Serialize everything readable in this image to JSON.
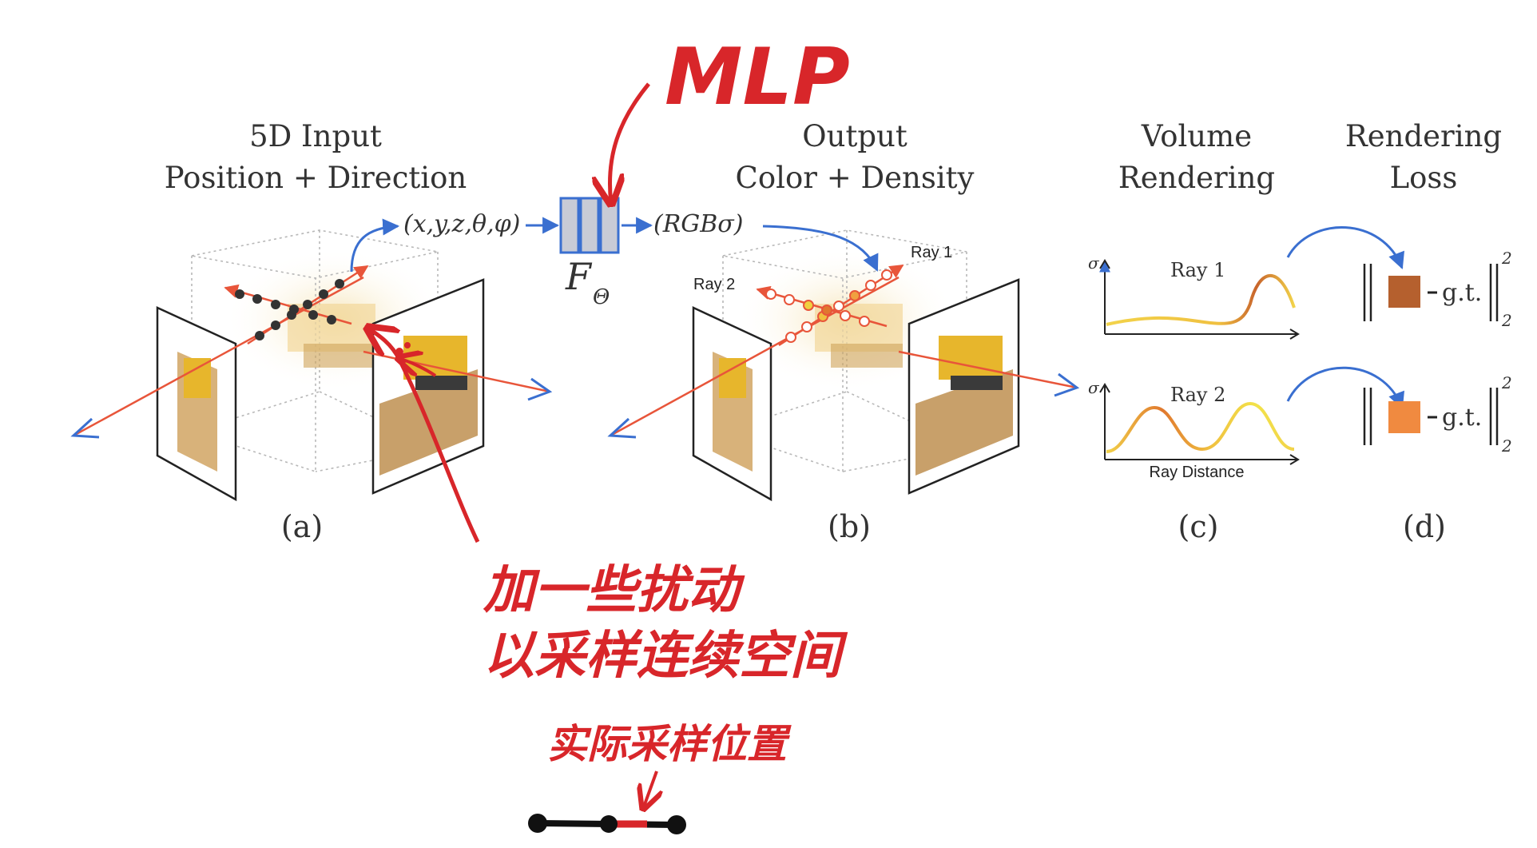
{
  "colors": {
    "ray": "#e8553a",
    "arrow_blue": "#3a6fd0",
    "annotation_red": "#d8262a",
    "sample_dark": "#333333",
    "ray1_swatch": "#b5602e",
    "ray2_swatch": "#f08a40",
    "mlp_fill": "#c8cbd6",
    "mlp_stroke": "#3a6fd0"
  },
  "headings": {
    "a_line1": "5D Input",
    "a_line2": "Position + Direction",
    "b_line1": "Output",
    "b_line2": "Color + Density",
    "c_line1": "Volume",
    "c_line2": "Rendering",
    "d_line1": "Rendering",
    "d_line2": "Loss"
  },
  "network": {
    "input": "(x,y,z,θ,φ)",
    "output": "(RGBσ)",
    "name": "F",
    "subscript": "Θ"
  },
  "rays": {
    "ray1": "Ray 1",
    "ray2": "Ray 2"
  },
  "plots": {
    "y_label": "σ",
    "top_title": "Ray 1",
    "bottom_title": "Ray 2",
    "x_label": "Ray Distance"
  },
  "loss": {
    "gt": "g.t.",
    "sup": "2",
    "sub": "2"
  },
  "panels": [
    "(a)",
    "(b)",
    "(c)",
    "(d)"
  ],
  "annotations": {
    "mlp": "MLP",
    "line1": "加一些扰动",
    "line2": "以采样连续空间",
    "line3": "实际采样位置"
  }
}
